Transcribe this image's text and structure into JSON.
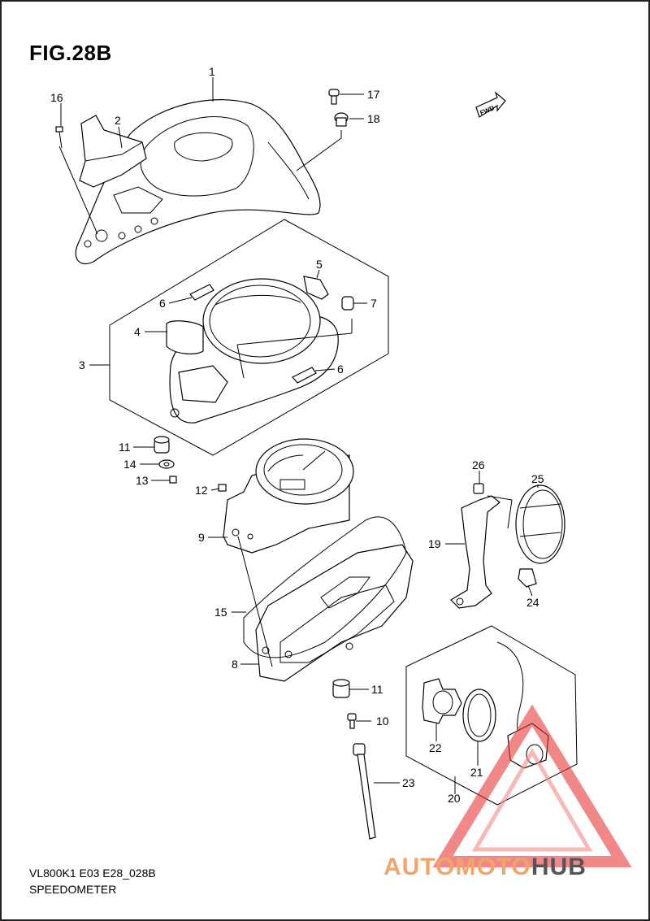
{
  "figure": {
    "title": "FIG.28B",
    "code": "VL800K1 E03 E28_028B",
    "name": "SPEEDOMETER",
    "fwd_label": "FWD"
  },
  "parts": [
    {
      "id": "p1",
      "num": "1"
    },
    {
      "id": "p2",
      "num": "2"
    },
    {
      "id": "p3",
      "num": "3"
    },
    {
      "id": "p4",
      "num": "4"
    },
    {
      "id": "p5",
      "num": "5"
    },
    {
      "id": "p6a",
      "num": "6"
    },
    {
      "id": "p6b",
      "num": "6"
    },
    {
      "id": "p7",
      "num": "7"
    },
    {
      "id": "p8",
      "num": "8"
    },
    {
      "id": "p9",
      "num": "9"
    },
    {
      "id": "p10",
      "num": "10"
    },
    {
      "id": "p11a",
      "num": "11"
    },
    {
      "id": "p11b",
      "num": "11"
    },
    {
      "id": "p12",
      "num": "12"
    },
    {
      "id": "p13",
      "num": "13"
    },
    {
      "id": "p14",
      "num": "14"
    },
    {
      "id": "p15",
      "num": "15"
    },
    {
      "id": "p16",
      "num": "16"
    },
    {
      "id": "p17",
      "num": "17"
    },
    {
      "id": "p18",
      "num": "18"
    },
    {
      "id": "p19",
      "num": "19"
    },
    {
      "id": "p20",
      "num": "20"
    },
    {
      "id": "p21",
      "num": "21"
    },
    {
      "id": "p22",
      "num": "22"
    },
    {
      "id": "p23",
      "num": "23"
    },
    {
      "id": "p24",
      "num": "24"
    },
    {
      "id": "p25",
      "num": "25"
    },
    {
      "id": "p26",
      "num": "26"
    }
  ],
  "watermark": {
    "part1": "AUTOMOTO",
    "part2": "HUB",
    "color_accent": "#f2a46a",
    "color_dark": "#555555",
    "triangle_color": "#e83a3a"
  }
}
